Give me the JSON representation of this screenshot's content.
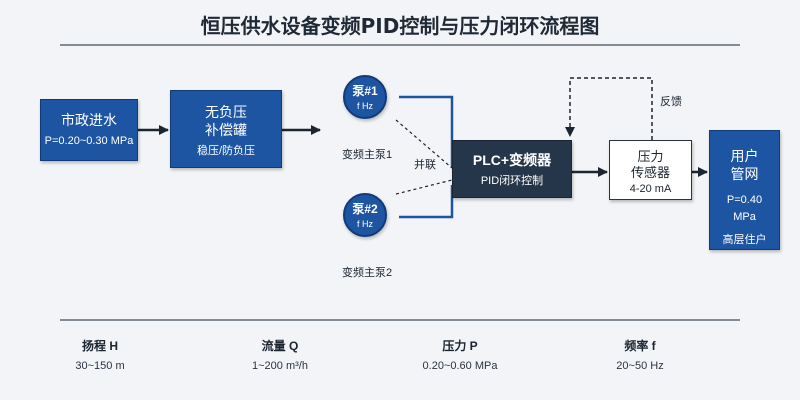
{
  "title": "恒压供水设备变频PID控制与压力闭环流程图",
  "nodes": {
    "municipal": {
      "title": "市政进水",
      "sub": "P=0.20~0.30 MPa"
    },
    "tank": {
      "line1": "无负压",
      "line2": "补偿罐",
      "sub": "稳压/防负压"
    },
    "pump1": {
      "name": "泵#1",
      "freq": "f Hz",
      "caption": "变频主泵1"
    },
    "pump2": {
      "name": "泵#2",
      "freq": "f Hz",
      "caption": "变频主泵2"
    },
    "parallel": "并联",
    "plc": {
      "title": "PLC+变频器",
      "sub": "PID闭环控制"
    },
    "sensor": {
      "line1": "压力",
      "line2": "传感器",
      "sub": "4-20 mA"
    },
    "feedback": "反馈",
    "user": {
      "line1": "用户",
      "line2": "管网",
      "pressure": "P=0.40",
      "unit": "MPa",
      "sub": "高层住户"
    }
  },
  "params": [
    {
      "name": "扬程 H",
      "value": "30~150 m"
    },
    {
      "name": "流量 Q",
      "value": "1~200 m³/h"
    },
    {
      "name": "压力 P",
      "value": "0.20~0.60 MPa"
    },
    {
      "name": "频率 f",
      "value": "20~50 Hz"
    }
  ],
  "colors": {
    "primary": "#1e55a3",
    "dark": "#26364a",
    "line": "#1c2530",
    "background": "#f2f4f7"
  }
}
